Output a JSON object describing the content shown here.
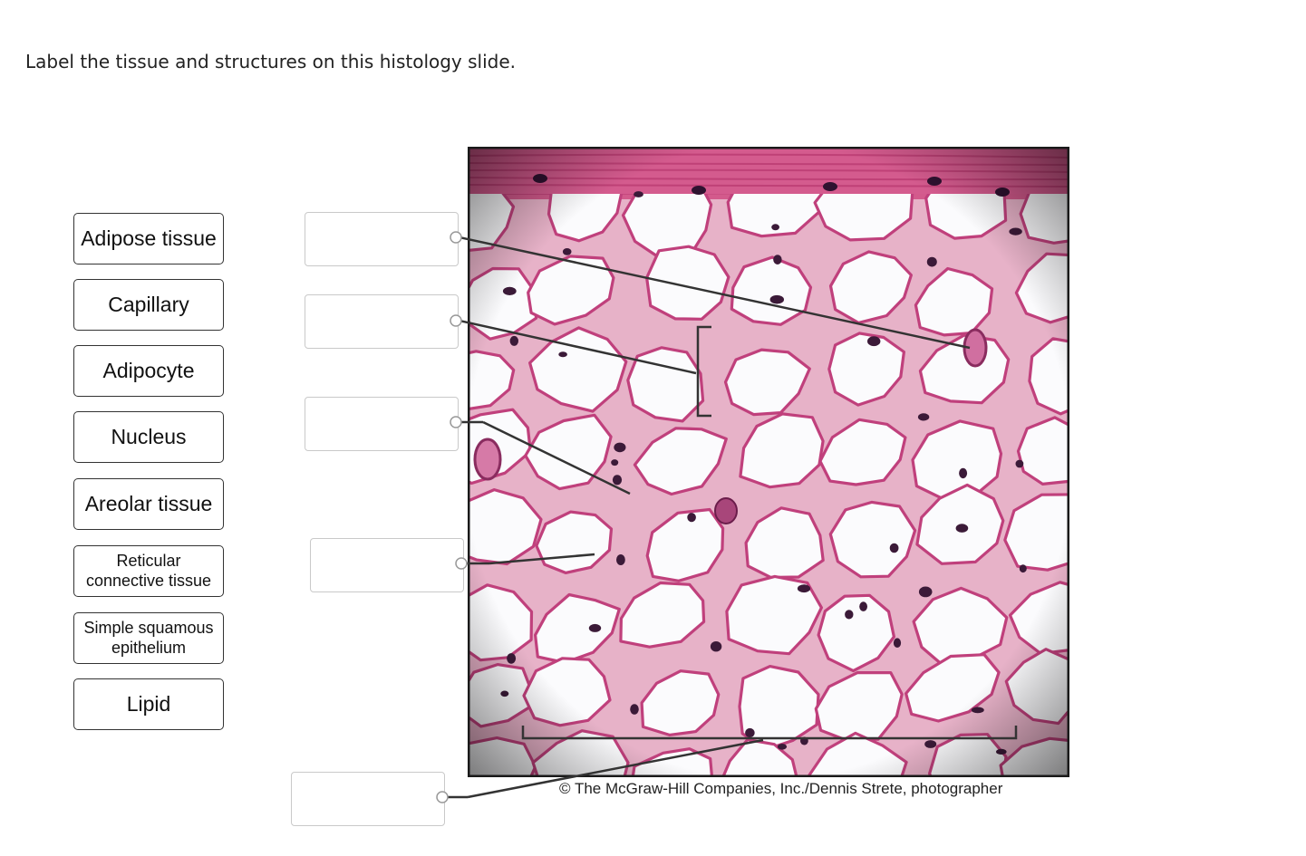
{
  "instruction": "Label the tissue and structures on this histology slide.",
  "labels": [
    "Adipose tissue",
    "Capillary",
    "Adipocyte",
    "Nucleus",
    "Areolar tissue",
    "Reticular connective tissue",
    "Simple squamous epithelium",
    "Lipid"
  ],
  "drop_targets": [
    "",
    "",
    "",
    "",
    ""
  ],
  "image": {
    "credit": "© The McGraw-Hill Companies, Inc./Dennis Strete, photographer"
  }
}
